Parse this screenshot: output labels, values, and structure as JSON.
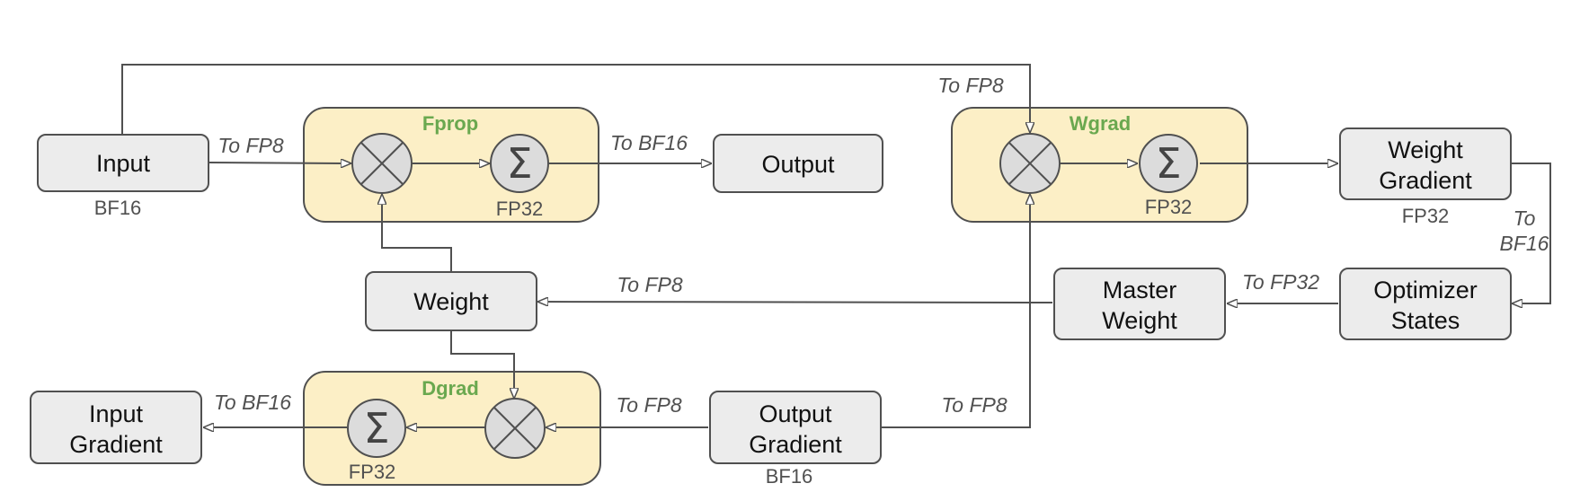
{
  "colors": {
    "stage_label": "#6aa84f",
    "stage_fill": "#fcefc6",
    "box_fill": "#ececec",
    "line": "#505050"
  },
  "stages": {
    "fprop": "Fprop",
    "wgrad": "Wgrad",
    "dgrad": "Dgrad"
  },
  "nodes": {
    "input": "Input",
    "output": "Output",
    "weight": "Weight",
    "weight_gradient": [
      "Weight",
      "Gradient"
    ],
    "master_weight": [
      "Master",
      "Weight"
    ],
    "optimizer_states": [
      "Optimizer",
      "States"
    ],
    "input_gradient": [
      "Input",
      "Gradient"
    ],
    "output_gradient": [
      "Output",
      "Gradient"
    ]
  },
  "precisions": {
    "input": "BF16",
    "fprop_accum": "FP32",
    "wgrad_accum": "FP32",
    "weight_gradient": "FP32",
    "dgrad_accum": "FP32",
    "output_gradient": "BF16"
  },
  "conversions": {
    "input_to_fprop": "To FP8",
    "fprop_to_output": "To BF16",
    "input_to_wgrad": "To FP8",
    "wgrad_to_optimizer": [
      "To",
      "BF16"
    ],
    "optimizer_to_master": "To FP32",
    "master_to_weight": "To FP8",
    "dgrad_to_input_gradient": "To BF16",
    "output_gradient_to_dgrad": "To FP8",
    "output_gradient_to_wgrad": "To FP8"
  },
  "symbols": {
    "sum": "Σ"
  }
}
